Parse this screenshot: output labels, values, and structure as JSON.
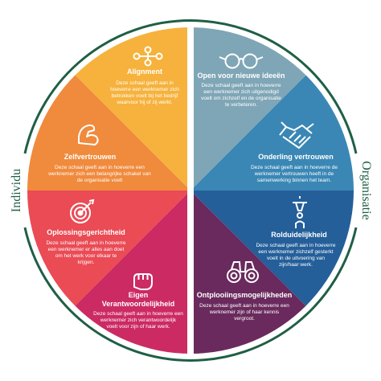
{
  "colors": {
    "ring": "#1f5f45",
    "gap": "#ffffff"
  },
  "side_labels": {
    "left": "Individu",
    "right": "Organisatie"
  },
  "segments": [
    {
      "id": "alignment",
      "color": "#f6b23c",
      "icon": "network-nodes-icon",
      "title": [
        "Alignment"
      ],
      "desc": [
        "Deze schaal geeft aan in",
        "hoeverre een werknemer zich",
        "betrokken voelt bij het bedrijf",
        "waarvoor hij of zij werkt."
      ]
    },
    {
      "id": "zelfvertrouwen",
      "color": "#f08a3c",
      "icon": "flexed-arm-icon",
      "title": [
        "Zelfvertrouwen"
      ],
      "desc": [
        "Deze schaal geeft aan in hoeverre een",
        "werknemer zich een belangrijke schakel van",
        "de organisatie voelt"
      ]
    },
    {
      "id": "oplossingsgerichtheid",
      "color": "#ea4b55",
      "icon": "target-icon",
      "title": [
        "Oplossingsgerichtheid"
      ],
      "desc": [
        "Deze schaal geeft aan in hoeverre",
        "een werknemer er alles aan doet",
        "om het werk voor elkaar te",
        "krijgen."
      ]
    },
    {
      "id": "eigen-verantwoordelijkheid",
      "color": "#cc2a63",
      "icon": "raised-fist-icon",
      "title": [
        "Eigen",
        "Verantwoordelijkheid"
      ],
      "desc": [
        "Deze schaal geeft aan in hoeverre een",
        "werknemer zich verantwoordelijk",
        "voelt voor zijn of haar werk."
      ]
    },
    {
      "id": "ontplooiingsmogelijkheden",
      "color": "#6a2a5d",
      "icon": "binoculars-icon",
      "title": [
        "Ontplooiingsmogelijkheden"
      ],
      "desc": [
        "Deze schaal geeft aan in hoeverre een",
        "werknemer zijn of haar kennis",
        "vergroot."
      ]
    },
    {
      "id": "rolduidelijkheid",
      "color": "#245f9a",
      "icon": "spotlight-person-icon",
      "title": [
        "Rolduidelijkheid"
      ],
      "desc": [
        "Deze schaal geeft aan in hoeverre",
        "een werknemer zichzelf gesterkt",
        "voelt in de uitvoering van",
        "zijn/haar werk."
      ]
    },
    {
      "id": "onderling-vertrouwen",
      "color": "#3a87b5",
      "icon": "handshake-icon",
      "title": [
        "Onderling vertrouwen"
      ],
      "desc": [
        "Deze schaal geeft aan in hoeverre de",
        "werknemer vertrouwen heeft in de",
        "samenwerking binnen het team."
      ]
    },
    {
      "id": "open-voor-nieuwe-ideeen",
      "color": "#7fa6b6",
      "icon": "glasses-icon",
      "title": [
        "Open voor nieuwe ideeën"
      ],
      "desc": [
        "Deze schaal geeft aan in hoeverre",
        "een werknemer zich uitgenodigd",
        "voelt om zichzelf en de organisatie",
        "te verbeteren."
      ]
    }
  ]
}
